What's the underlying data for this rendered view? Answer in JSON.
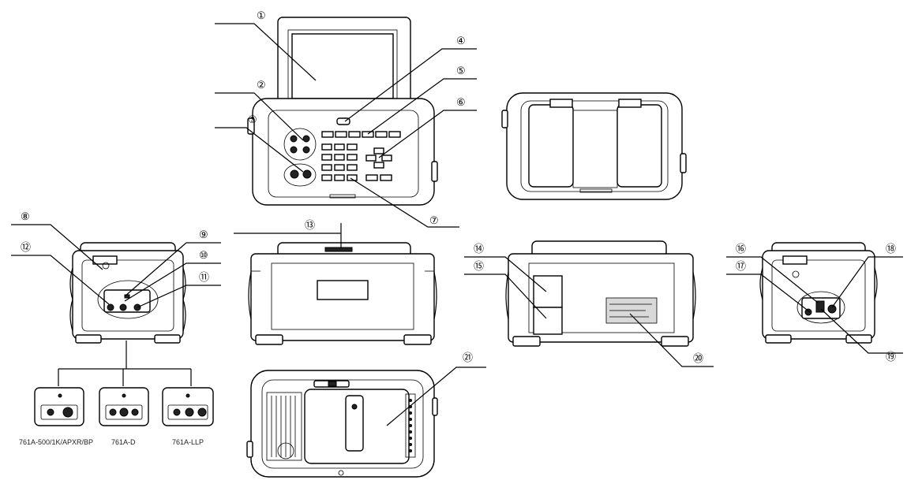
{
  "callouts": [
    {
      "id": "c1",
      "label": "①"
    },
    {
      "id": "c2",
      "label": "②"
    },
    {
      "id": "c3",
      "label": "③"
    },
    {
      "id": "c4",
      "label": "④"
    },
    {
      "id": "c5",
      "label": "⑤"
    },
    {
      "id": "c6",
      "label": "⑥"
    },
    {
      "id": "c7",
      "label": "⑦"
    },
    {
      "id": "c8",
      "label": "⑧"
    },
    {
      "id": "c9",
      "label": "⑨"
    },
    {
      "id": "c10",
      "label": "⑩"
    },
    {
      "id": "c11",
      "label": "⑪"
    },
    {
      "id": "c12",
      "label": "⑫"
    },
    {
      "id": "c13",
      "label": "⑬"
    },
    {
      "id": "c14",
      "label": "⑭"
    },
    {
      "id": "c15",
      "label": "⑮"
    },
    {
      "id": "c16",
      "label": "⑯"
    },
    {
      "id": "c17",
      "label": "⑰"
    },
    {
      "id": "c18",
      "label": "⑱"
    },
    {
      "id": "c19",
      "label": "⑲"
    },
    {
      "id": "c20",
      "label": "⑳"
    },
    {
      "id": "c21",
      "label": "㉑"
    }
  ],
  "variants": [
    {
      "label": "761A-500/1K/APXR/BP"
    },
    {
      "label": "761A-D"
    },
    {
      "label": "761A-LLP"
    }
  ]
}
